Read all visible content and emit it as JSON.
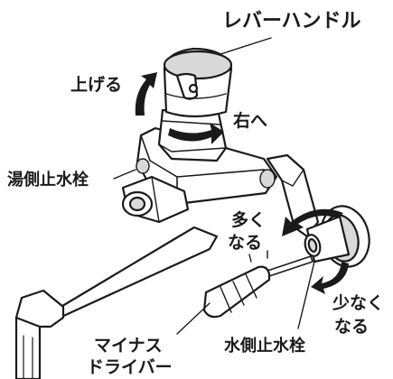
{
  "diagram": {
    "labels": {
      "lever_handle": "レバーハンドル",
      "raise": "上げる",
      "to_right": "右へ",
      "hot_stop_valve": "湯側止水栓",
      "more_line1": "多く",
      "more_line2": "なる",
      "less_line1": "少なく",
      "less_line2": "なる",
      "flathead_line1": "マイナス",
      "flathead_line2": "ドライバー",
      "cold_stop_valve": "水側止水栓"
    },
    "colors": {
      "line": "#1a1a1a",
      "body_fill": "#ffffff",
      "shade": "#d9d9d9",
      "background": "#ffffff"
    },
    "icons": [
      "up-arrow",
      "right-arrow",
      "counterclockwise-arrow",
      "clockwise-arrow"
    ]
  }
}
